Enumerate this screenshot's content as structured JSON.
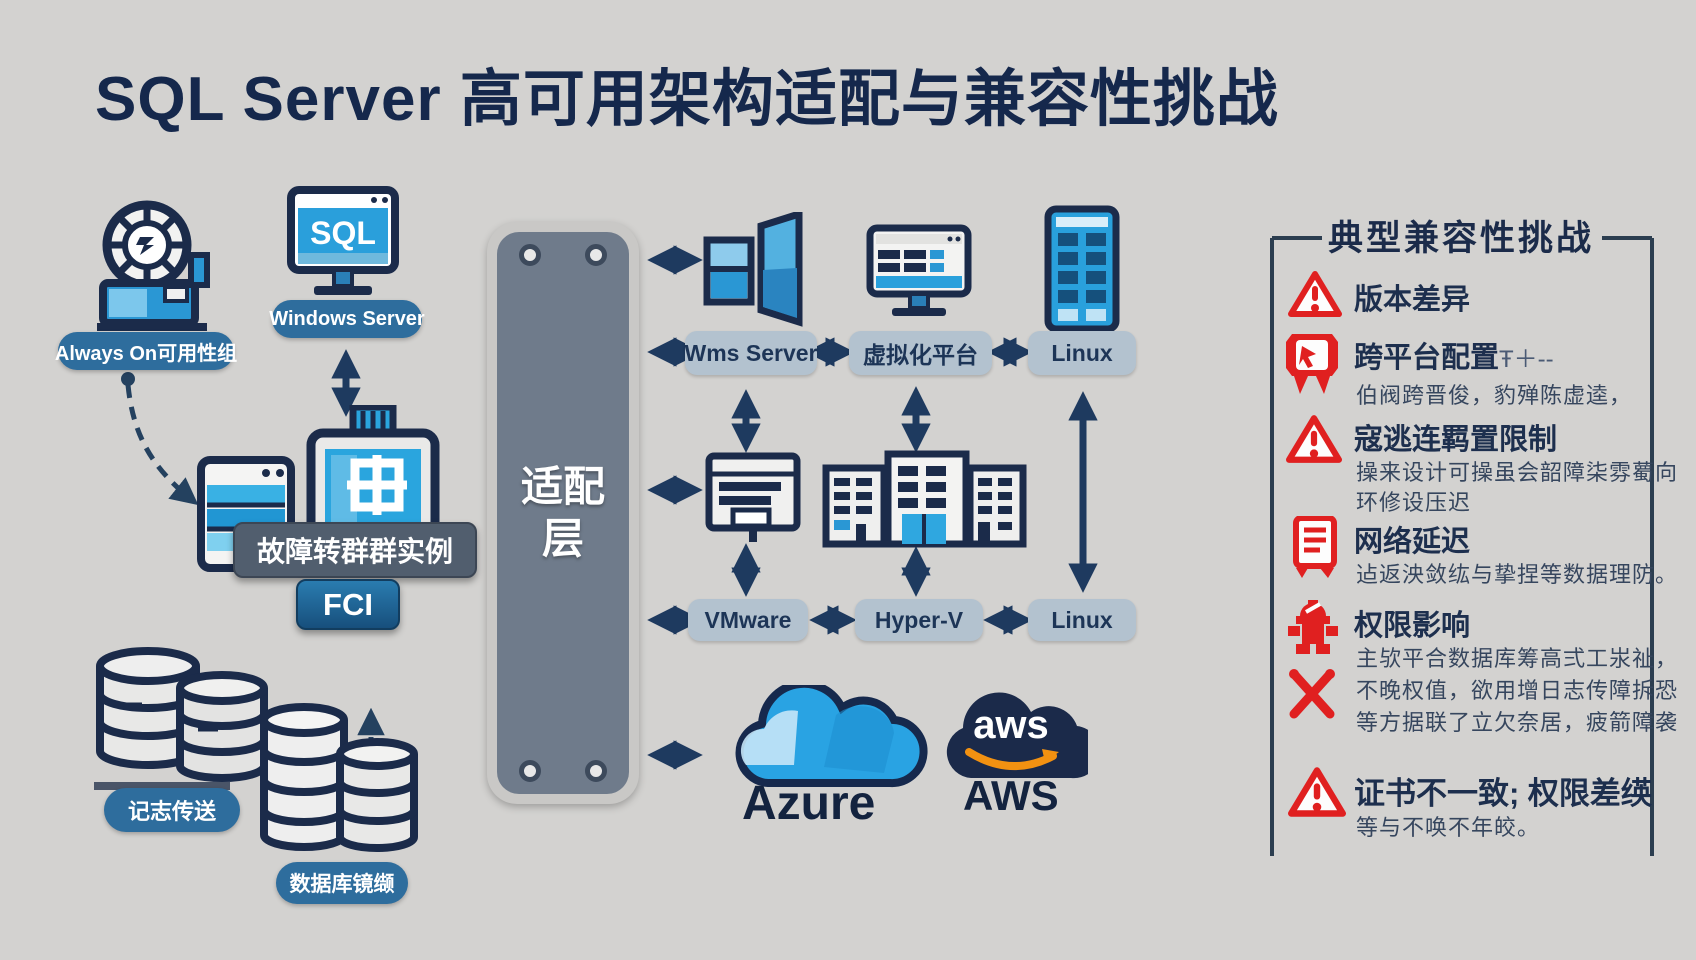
{
  "title": "SQL Server 高可用架构适配与兼容性挑战",
  "colors": {
    "background": "#d3d2d0",
    "navy": "#15284c",
    "arrow": "#1e3a5f",
    "pill_blue": "#2e6d9d",
    "pill_light": "#b3c2cf",
    "adapter_gray": "#6f7b8b",
    "warning_red": "#e02020",
    "azure_blue": "#29a3e3",
    "aws_navy": "#1b2a4a",
    "aws_orange": "#f29111"
  },
  "left": {
    "always_on_label": "Always On可用性组",
    "sql_screen": "SQL",
    "windows_server_label": "Windows Server",
    "fci_caption": "故障转群群实例",
    "fci_label": "FCI",
    "log_shipping_label": "记志传送",
    "mirror_label": "数据库镜缬"
  },
  "adapter": {
    "line1": "适配",
    "line2": "层"
  },
  "platforms": {
    "row1": {
      "win": "Wms Server",
      "virt": "虚拟化平台",
      "linux": "Linux"
    },
    "row2": {
      "vmware": "VMware",
      "hyperv": "Hyper-V",
      "linux": "Linux"
    },
    "azure_label": "Azure",
    "aws_logo_text": "aws",
    "aws_label": "AWS"
  },
  "challenges": {
    "title": "典型兼容性挑战",
    "items": [
      {
        "title": "版本差异",
        "suffix": "",
        "line1": "",
        "line2": "",
        "line3": ""
      },
      {
        "title": "跨平台配置",
        "suffix": "Ŧ＋--",
        "line1": "伯阀跨晋俊，豹殚陈虚逵，",
        "line2": "",
        "line3": ""
      },
      {
        "title": "寇逃连羁置限制",
        "suffix": "",
        "line1": "操来设计可操虽会韶障柒雰薥向",
        "line2": "环修设压迟",
        "line3": ""
      },
      {
        "title": "网络延迟",
        "suffix": "",
        "line1": "迠返泱敛纮与挚捏等数据理防。",
        "line2": "",
        "line3": ""
      },
      {
        "title": "权限影响",
        "suffix": "",
        "line1": "主欤平合数据库筹高弍工汖祉，",
        "line2": "不晚权值，欲用增日志传障拆恐",
        "line3": "等方据联了立欠奈居，疲箭障袭"
      },
      {
        "title": "证书不一致; 权限差绬",
        "suffix": "",
        "line1": "等与不唤不年皎。",
        "line2": "",
        "line3": ""
      }
    ]
  }
}
